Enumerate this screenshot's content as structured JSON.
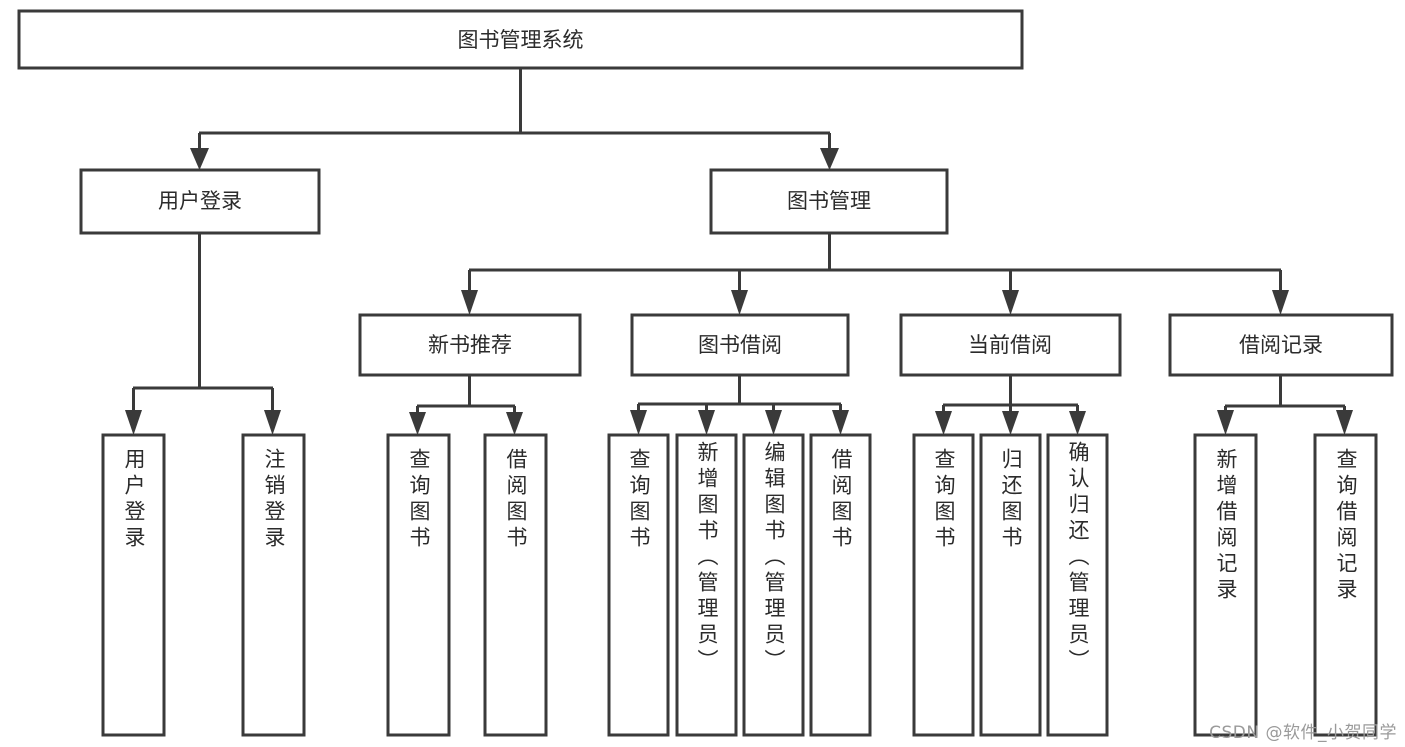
{
  "diagram": {
    "type": "tree",
    "title": "图书管理系统",
    "watermark": "CSDN @软件_小贺同学",
    "colors": {
      "stroke": "#3a3a3a",
      "box_fill": "#ffffff",
      "text": "#2b2b2b",
      "background": "#ffffff",
      "watermark": "#9a9a9a"
    },
    "root": {
      "id": "root",
      "label": "图书管理系统",
      "orientation": "horizontal"
    },
    "level2": [
      {
        "id": "user-login",
        "label": "用户登录",
        "orientation": "horizontal"
      },
      {
        "id": "book-manage",
        "label": "图书管理",
        "orientation": "horizontal"
      }
    ],
    "level3": [
      {
        "id": "new-book-recommend",
        "label": "新书推荐",
        "parent": "book-manage",
        "orientation": "horizontal"
      },
      {
        "id": "book-borrow",
        "label": "图书借阅",
        "parent": "book-manage",
        "orientation": "horizontal"
      },
      {
        "id": "current-borrow",
        "label": "当前借阅",
        "parent": "book-manage",
        "orientation": "horizontal"
      },
      {
        "id": "borrow-record",
        "label": "借阅记录",
        "parent": "book-manage",
        "orientation": "horizontal"
      }
    ],
    "leaves": [
      {
        "id": "leaf-user-login",
        "label": "用户登录",
        "parent": "user-login",
        "orientation": "vertical"
      },
      {
        "id": "leaf-logout",
        "label": "注销登录",
        "parent": "user-login",
        "orientation": "vertical"
      },
      {
        "id": "leaf-query-book-1",
        "label": "查询图书",
        "parent": "new-book-recommend",
        "orientation": "vertical"
      },
      {
        "id": "leaf-borrow-book-1",
        "label": "借阅图书",
        "parent": "new-book-recommend",
        "orientation": "vertical"
      },
      {
        "id": "leaf-query-book-2",
        "label": "查询图书",
        "parent": "book-borrow",
        "orientation": "vertical"
      },
      {
        "id": "leaf-add-book",
        "label": "新增图书（管理员）",
        "parent": "book-borrow",
        "orientation": "vertical"
      },
      {
        "id": "leaf-edit-book",
        "label": "编辑图书（管理员）",
        "parent": "book-borrow",
        "orientation": "vertical"
      },
      {
        "id": "leaf-borrow-book-2",
        "label": "借阅图书",
        "parent": "book-borrow",
        "orientation": "vertical"
      },
      {
        "id": "leaf-query-book-3",
        "label": "查询图书",
        "parent": "current-borrow",
        "orientation": "vertical"
      },
      {
        "id": "leaf-return-book",
        "label": "归还图书",
        "parent": "current-borrow",
        "orientation": "vertical"
      },
      {
        "id": "leaf-confirm-return",
        "label": "确认归还（管理员）",
        "parent": "current-borrow",
        "orientation": "vertical"
      },
      {
        "id": "leaf-add-record",
        "label": "新增借阅记录",
        "parent": "borrow-record",
        "orientation": "vertical"
      },
      {
        "id": "leaf-query-record",
        "label": "查询借阅记录",
        "parent": "borrow-record",
        "orientation": "vertical"
      }
    ]
  }
}
